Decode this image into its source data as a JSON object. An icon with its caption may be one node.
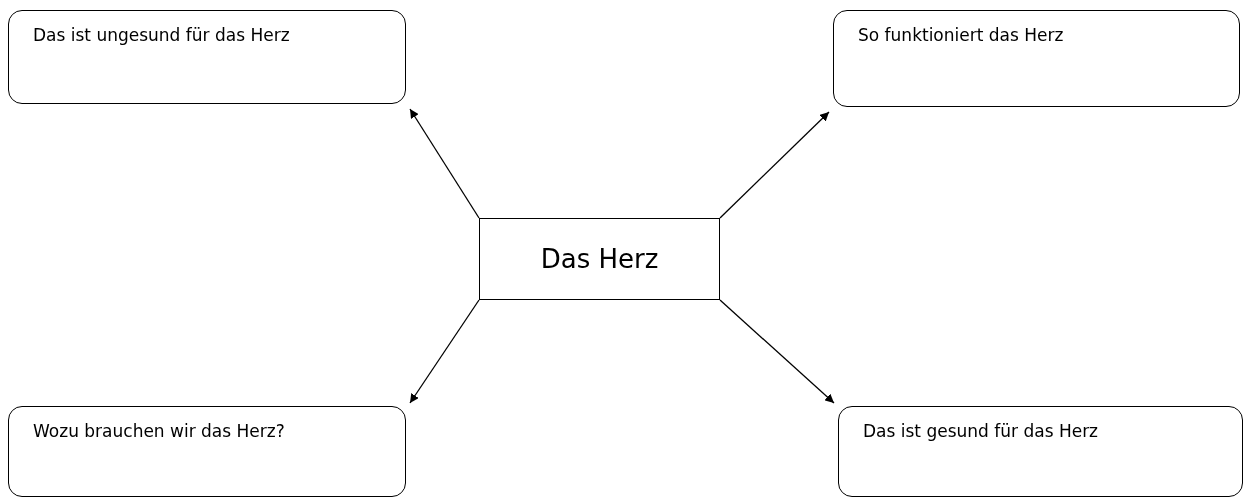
{
  "diagram": {
    "nodes": [
      {
        "text": [
          "Das ist ungesund für das Herz"
        ]
      },
      {
        "text": [
          "So funktioniert das Herz"
        ]
      },
      {
        "text": [
          "Das Herz"
        ]
      },
      {
        "text": [
          "Wozu brauchen wir das Herz?"
        ]
      },
      {
        "text": [
          "Das ist gesund für das Herz"
        ]
      }
    ],
    "edges": [
      {
        "from": 2,
        "to": 0,
        "arrow": "to"
      },
      {
        "from": 2,
        "to": 1,
        "arrow": "to"
      },
      {
        "from": 2,
        "to": 3,
        "arrow": "to"
      },
      {
        "from": 2,
        "to": 4,
        "arrow": "to"
      }
    ]
  }
}
